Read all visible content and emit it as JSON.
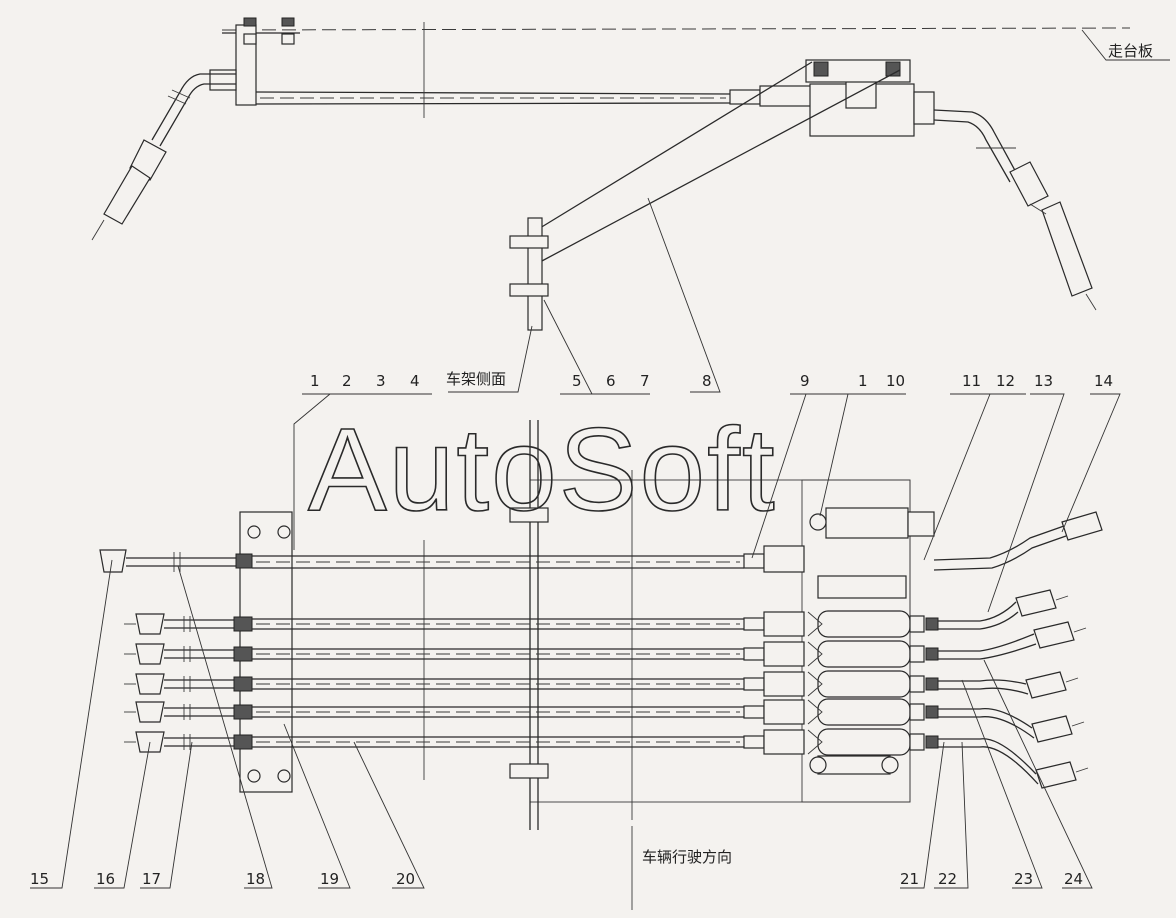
{
  "watermark": "AutoSoft",
  "labels": {
    "platform": "走台板",
    "frame_side": "车架侧面",
    "direction": "车辆行驶方向"
  },
  "callouts": [
    {
      "n": "1"
    },
    {
      "n": "2"
    },
    {
      "n": "3"
    },
    {
      "n": "4"
    },
    {
      "n": "5"
    },
    {
      "n": "6"
    },
    {
      "n": "7"
    },
    {
      "n": "8"
    },
    {
      "n": "9"
    },
    {
      "n": "1"
    },
    {
      "n": "10"
    },
    {
      "n": "11"
    },
    {
      "n": "12"
    },
    {
      "n": "13"
    },
    {
      "n": "14"
    },
    {
      "n": "15"
    },
    {
      "n": "16"
    },
    {
      "n": "17"
    },
    {
      "n": "18"
    },
    {
      "n": "19"
    },
    {
      "n": "20"
    },
    {
      "n": "21"
    },
    {
      "n": "22"
    },
    {
      "n": "23"
    },
    {
      "n": "24"
    }
  ]
}
